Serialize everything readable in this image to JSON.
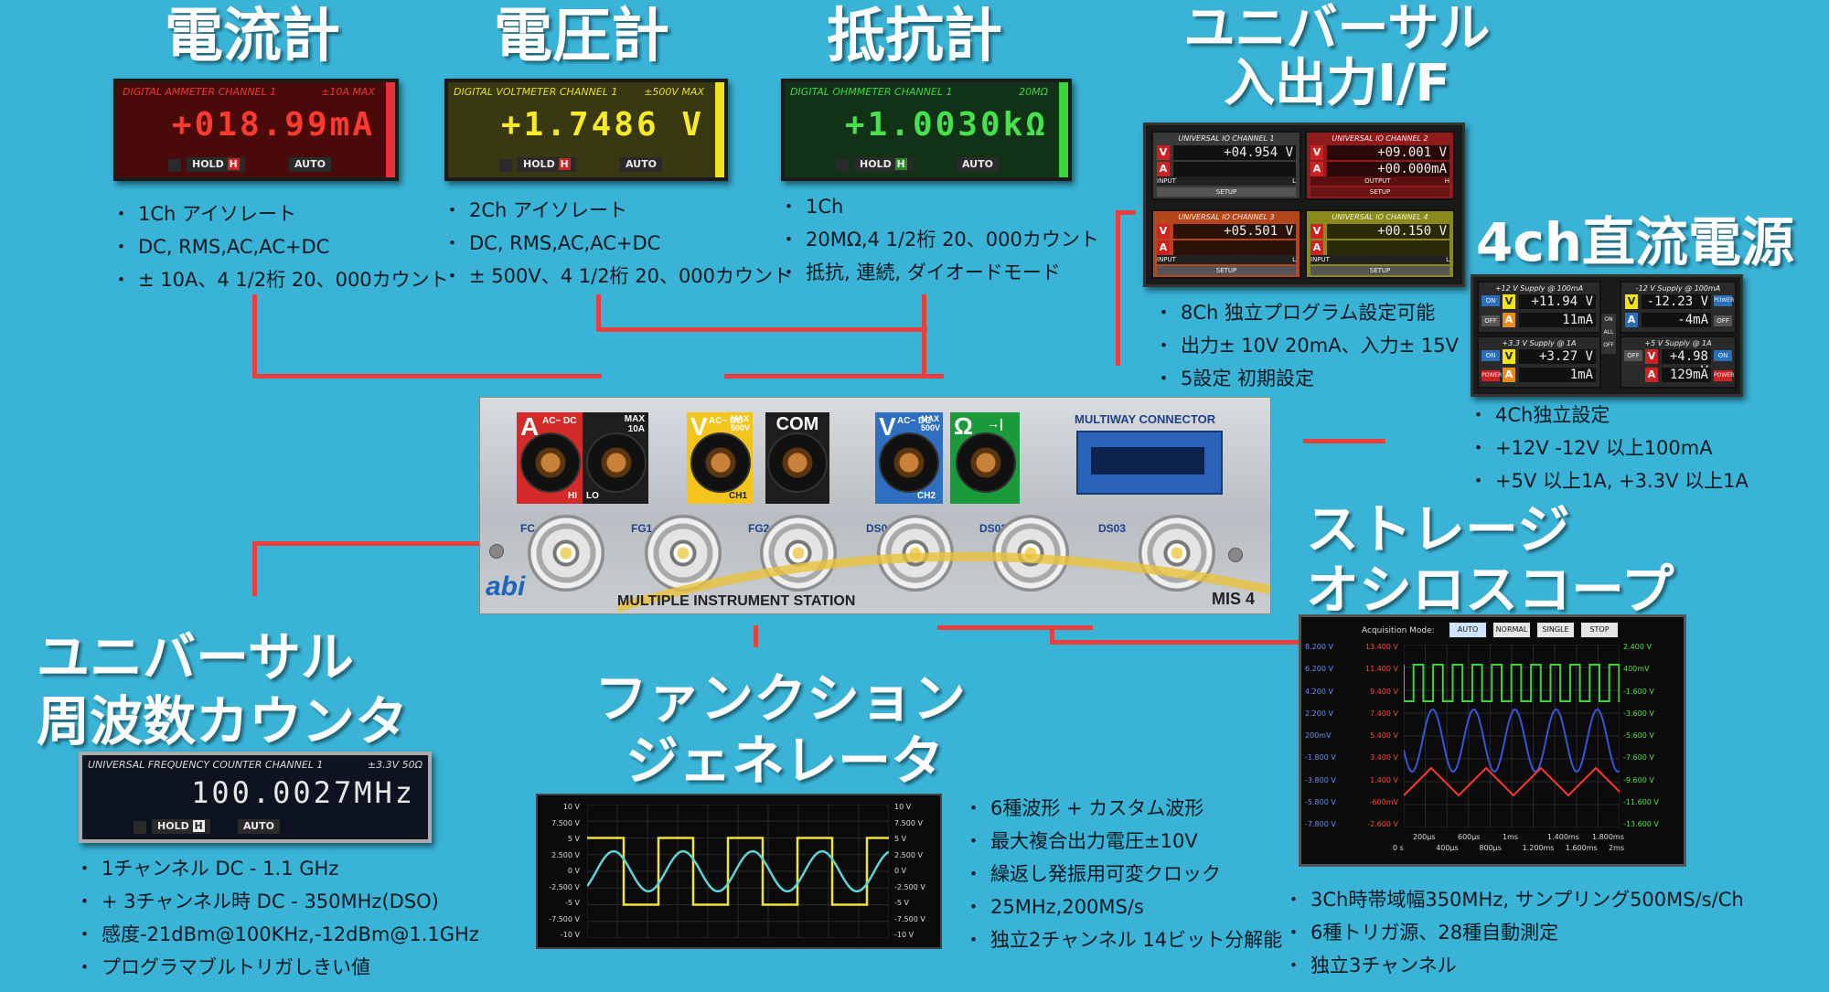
{
  "titles": {
    "ammeter": "電流計",
    "voltmeter": "電圧計",
    "ohmmeter": "抵抗計",
    "universal_io": [
      "ユニバーサル",
      "入出力I/F"
    ],
    "dc_supply": "4ch直流電源",
    "storage_scope": [
      "ストレージ",
      "オシロスコープ"
    ],
    "freq_counter": [
      "ユニバーサル",
      "周波数カウンタ"
    ],
    "function_gen": [
      "ファンクション",
      "ジェネレータ"
    ]
  },
  "ammeter": {
    "header": "DIGITAL AMMETER CHANNEL 1",
    "range": "±10A MAX",
    "value": "+018.99mA",
    "hold": "HOLD",
    "hold_key": "H",
    "auto": "AUTO",
    "bullets": [
      "1Ch アイソレート",
      "DC, RMS,AC,AC+DC",
      "± 10A、4 1/2桁 20、000カウント"
    ],
    "accent": "#e8323a"
  },
  "voltmeter": {
    "header": "DIGITAL VOLTMETER CHANNEL 1",
    "range": "±500V MAX",
    "value": "+1.7486 V",
    "hold": "HOLD",
    "hold_key": "H",
    "auto": "AUTO",
    "bullets": [
      "2Ch アイソレート",
      "DC, RMS,AC,AC+DC",
      "± 500V、4 1/2桁 20、000カウント"
    ],
    "accent": "#f2e21c"
  },
  "ohmmeter": {
    "header": "DIGITAL OHMMETER CHANNEL 1",
    "range": "20MΩ",
    "value": "+1.0030kΩ",
    "hold": "HOLD",
    "hold_key": "H",
    "auto": "AUTO",
    "bullets": [
      "1Ch",
      "20MΩ,4 1/2桁 20、000カウント",
      "抵抗, 連続, ダイオードモード"
    ],
    "accent": "#3bd63b"
  },
  "universal_io": {
    "channels": [
      {
        "caption": "UNIVERSAL IO CHANNEL 1",
        "v": "+04.954 V",
        "a": "",
        "mode": "INPUT",
        "flag": "L",
        "setup": "SETUP",
        "theme": "#3a3a3a"
      },
      {
        "caption": "UNIVERSAL IO CHANNEL 2",
        "v": "+09.001 V",
        "a": "+00.000mA",
        "mode": "OUTPUT",
        "flag": "H",
        "setup": "SETUP",
        "theme": "#8e1c1c"
      },
      {
        "caption": "UNIVERSAL IO CHANNEL 3",
        "v": "+05.501 V",
        "a": "",
        "mode": "INPUT",
        "flag": "L",
        "setup": "SETUP",
        "theme": "#b3471b"
      },
      {
        "caption": "UNIVERSAL IO CHANNEL 4",
        "v": "+00.150 V",
        "a": "",
        "mode": "INPUT",
        "flag": "L",
        "setup": "SETUP",
        "theme": "#8a8a1c"
      }
    ],
    "bullets": [
      "8Ch 独立プログラム設定可能",
      "出力± 10V 20mA、入力± 15V",
      "5設定 初期設定"
    ]
  },
  "dc_supply": {
    "channels": [
      {
        "caption": "+12 V Supply @ 100mA",
        "v": "+11.94 V",
        "a": "11mA"
      },
      {
        "caption": "-12 V Supply @ 100mA",
        "v": "-12.23 V",
        "a": "-4mA"
      },
      {
        "caption": "+3.3 V Supply @ 1A",
        "v": "+3.27 V",
        "a": "1mA"
      },
      {
        "caption": "+5 V Supply @ 1A",
        "v": "+4.98 V",
        "a": "129mA"
      }
    ],
    "labels": {
      "on": "ON",
      "off": "OFF",
      "power": "POWER",
      "all": "ALL"
    },
    "bullets": [
      "4Ch独立設定",
      "+12V -12V 以上100mA",
      "+5V 以上1A, +3.3V 以上1A"
    ]
  },
  "station": {
    "jacks": [
      {
        "letter": "A",
        "sub": "AC~ DC",
        "max": "MAX 10A",
        "foot_left": "HI",
        "foot_right": "LO",
        "color": "#d42a2a"
      },
      {
        "letter": "V",
        "sub": "AC~ DC",
        "max": "MAX 500V",
        "foot": "CH1",
        "color": "#f3c51c"
      },
      {
        "letter": "",
        "sub": "COM",
        "color": "#1e1e1e"
      },
      {
        "letter": "V",
        "sub": "AC~ DC",
        "max": "MAX 500V",
        "foot": "CH2",
        "color": "#2e6fc1"
      },
      {
        "letter": "Ω",
        "sub": "→|",
        "color": "#1a9a3a"
      }
    ],
    "connector": "MULTIWAY CONNECTOR",
    "bnc_labels": [
      "FC",
      "FG1",
      "FG2",
      "DS01",
      "DS02",
      "DS03"
    ],
    "brand": "abi",
    "name": "MULTIPLE INSTRUMENT STATION",
    "model": "MIS 4"
  },
  "freq_counter": {
    "header": "UNIVERSAL FREQUENCY COUNTER CHANNEL 1",
    "range": "±3.3V 50Ω",
    "value": "100.0027MHz",
    "hold": "HOLD",
    "hold_key": "H",
    "auto": "AUTO",
    "bullets": [
      "1チャンネル DC - 1.1 GHz",
      "+ 3チャンネル時 DC - 350MHz(DSO)",
      "感度-21dBm@100KHz,-12dBm@1.1GHz",
      "プログラマブルトリガしきい値"
    ]
  },
  "function_gen": {
    "left_axis": [
      "10 V",
      "7.500 V",
      "5 V",
      "2.500 V",
      "0 V",
      "-2.500 V",
      "-5 V",
      "-7.500 V",
      "-10 V"
    ],
    "right_axis": [
      "10 V",
      "7.500 V",
      "5 V",
      "2.500 V",
      "0 V",
      "-2.500 V",
      "-5 V",
      "-7.500 V",
      "-10 V"
    ],
    "bullets": [
      "6種波形 + カスタム波形",
      "最大複合出力電圧±10V",
      "繰返し発振用可変クロック",
      "25MHz,200MS/s",
      "独立2チャンネル 14ビット分解能"
    ]
  },
  "scope": {
    "mode_label": "Acquisition Mode:",
    "modes": [
      "AUTO",
      "NORMAL",
      "SINGLE",
      "STOP"
    ],
    "axis_blue": [
      "8.200 V",
      "6.200 V",
      "4.200 V",
      "2.200 V",
      "200mV",
      "-1.800 V",
      "-3.800 V",
      "-5.800 V",
      "-7.800 V"
    ],
    "axis_red": [
      "13.400 V",
      "11.400 V",
      "9.400 V",
      "7.400 V",
      "5.400 V",
      "3.400 V",
      "1.400 V",
      "-600mV",
      "-2.600 V"
    ],
    "axis_right": [
      "2.400 V",
      "400mV",
      "-1.600 V",
      "-3.600 V",
      "-5.600 V",
      "-7.600 V",
      "-9.600 V",
      "-11.600 V",
      "-13.600 V"
    ],
    "time_top": [
      "200μs",
      "600μs",
      "1ms",
      "1.400ms",
      "1.800ms"
    ],
    "time_bottom": [
      "0 s",
      "400μs",
      "800μs",
      "1.200ms",
      "1.600ms",
      "2ms"
    ],
    "bullets": [
      "3Ch時帯域幅350MHz, サンプリング500MS/s/Ch",
      "6種トリガ源、28種自動測定",
      "独立3チャンネル"
    ]
  }
}
